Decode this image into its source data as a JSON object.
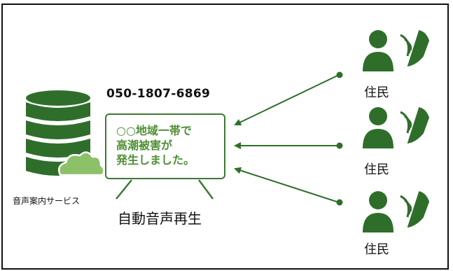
{
  "phone_number": "050-1807-6869",
  "service_label": "音声案内サービス",
  "message_lines": [
    "○○地域一帯で",
    "高潮被害が",
    "発生しました。"
  ],
  "auto_play_label": "自動音声再生",
  "residents": [
    {
      "label": "住民"
    },
    {
      "label": "住民"
    },
    {
      "label": "住民"
    }
  ],
  "colors": {
    "primary_green": "#2f6e2a",
    "light_green": "#8cc16a",
    "text_green": "#4f8f36",
    "frame": "#111111"
  },
  "icons": {
    "server": "database-server-icon",
    "cloud": "cloud-icon",
    "person": "person-icon",
    "phone": "phone-call-icon"
  }
}
